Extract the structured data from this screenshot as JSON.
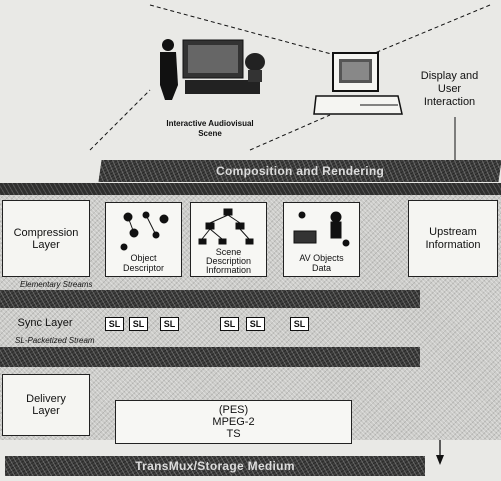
{
  "scene": {
    "caption_line1": "Interactive Audiovisual",
    "caption_line2": "Scene",
    "display_label_line1": "Display and",
    "display_label_line2": "User",
    "display_label_line3": "Interaction"
  },
  "bars": {
    "composition": "Composition and Rendering",
    "transmission": "TransMux/Storage Medium"
  },
  "layers": {
    "compression": "Compression Layer",
    "sync": "Sync Layer",
    "delivery": "Delivery Layer"
  },
  "boxes": {
    "object_descriptor_line1": "Object",
    "object_descriptor_line2": "Descriptor",
    "scene_desc_line1": "Scene",
    "scene_desc_line2": "Description",
    "scene_desc_line3": "Information",
    "av_objects_line1": "AV Objects",
    "av_objects_line2": "Data",
    "upstream_line1": "Upstream",
    "upstream_line2": "Information"
  },
  "streams": {
    "elementary": "Elementary Streams",
    "sl_packetized": "SL-Packetized Stream"
  },
  "sl_labels": [
    "SL",
    "SL",
    "SL",
    "SL",
    "SL",
    "SL"
  ],
  "delivery_box": {
    "line1": "(PES)",
    "line2": "MPEG-2",
    "line3": "TS"
  }
}
